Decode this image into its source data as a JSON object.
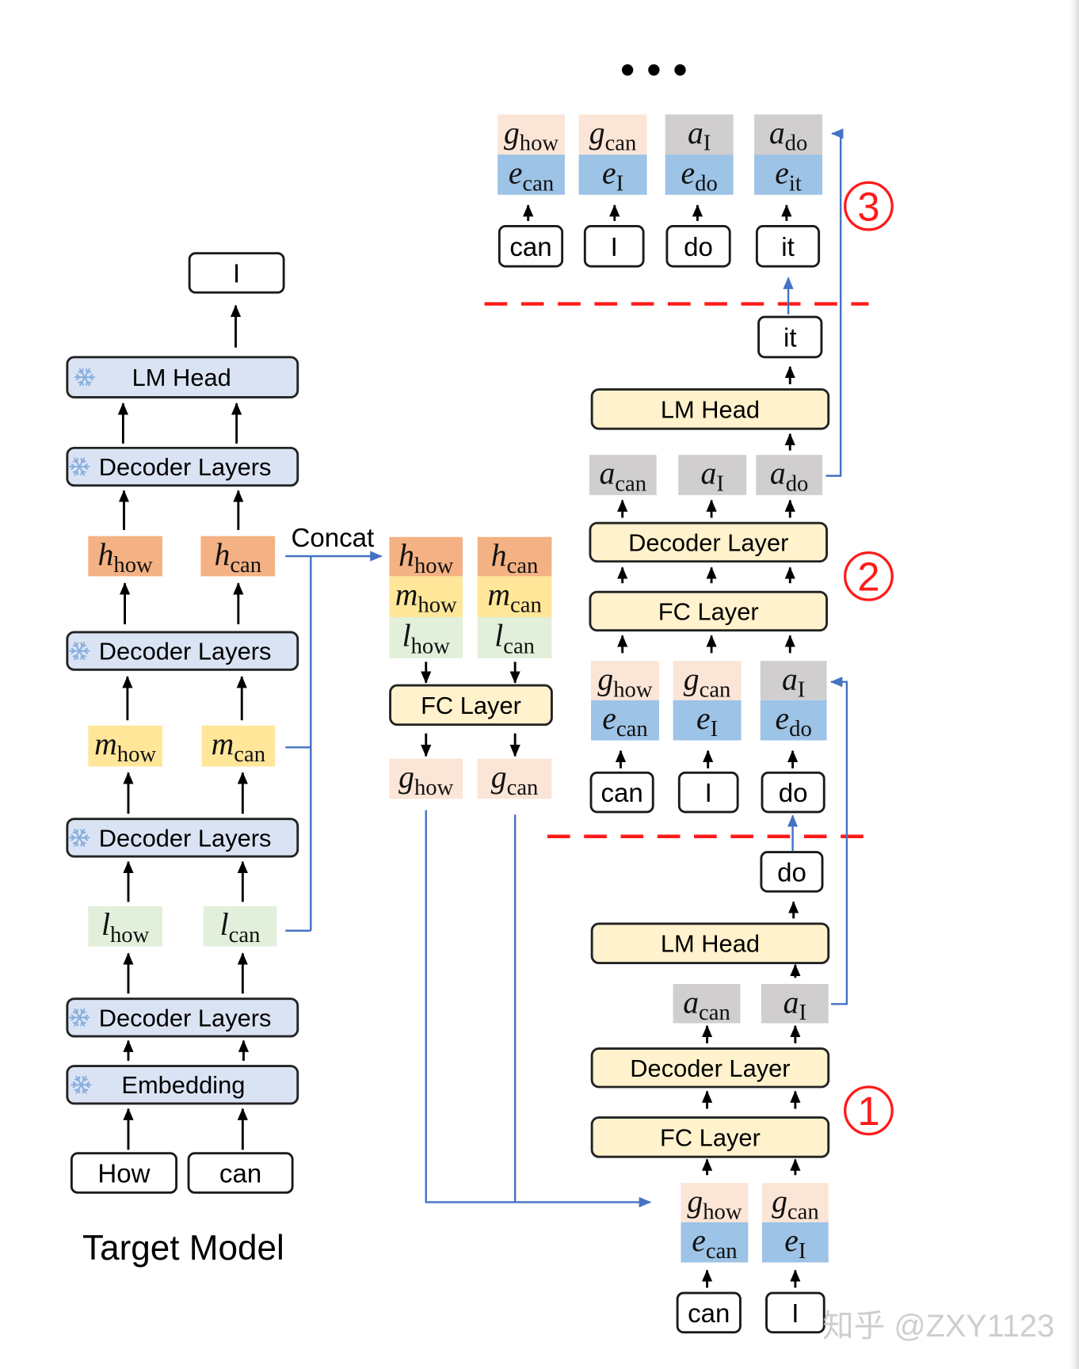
{
  "ellipsis": "• • •",
  "watermark": "知乎 @ZXY1123",
  "target_model": {
    "caption": "Target Model",
    "output_token": "I",
    "lm_head_label": "LM Head",
    "decoder_layers_label": "Decoder Layers",
    "embedding_label": "Embedding",
    "input_tokens": [
      "How",
      "can"
    ],
    "high_features": [
      {
        "sym": "h",
        "sub": "how"
      },
      {
        "sym": "h",
        "sub": "can"
      }
    ],
    "mid_features": [
      {
        "sym": "m",
        "sub": "how"
      },
      {
        "sym": "m",
        "sub": "can"
      }
    ],
    "low_features": [
      {
        "sym": "l",
        "sub": "how"
      },
      {
        "sym": "l",
        "sub": "can"
      }
    ]
  },
  "fusion": {
    "concat_label": "Concat",
    "stacked_features": [
      [
        {
          "sym": "h",
          "sub": "how"
        },
        {
          "sym": "m",
          "sub": "how"
        },
        {
          "sym": "l",
          "sub": "how"
        }
      ],
      [
        {
          "sym": "h",
          "sub": "can"
        },
        {
          "sym": "m",
          "sub": "can"
        },
        {
          "sym": "l",
          "sub": "can"
        }
      ]
    ],
    "fc_layer_label": "FC Layer",
    "fused_features": [
      {
        "sym": "g",
        "sub": "how"
      },
      {
        "sym": "g",
        "sub": "can"
      }
    ]
  },
  "draft_steps": [
    {
      "step_number": "1",
      "input_tokens": [
        "can",
        "I"
      ],
      "input_features": [
        {
          "feature": {
            "sym": "g",
            "sub": "how"
          },
          "embedding": {
            "sym": "e",
            "sub": "can"
          }
        },
        {
          "feature": {
            "sym": "g",
            "sub": "can"
          },
          "embedding": {
            "sym": "e",
            "sub": "I"
          }
        }
      ],
      "fc_layer_label": "FC Layer",
      "decoder_layer_label": "Decoder Layer",
      "outputs": [
        {
          "sym": "a",
          "sub": "can"
        },
        {
          "sym": "a",
          "sub": "I"
        }
      ],
      "lm_head_label": "LM Head",
      "predicted_token": "do"
    },
    {
      "step_number": "2",
      "input_tokens": [
        "can",
        "I",
        "do"
      ],
      "input_features": [
        {
          "feature": {
            "sym": "g",
            "sub": "how"
          },
          "embedding": {
            "sym": "e",
            "sub": "can"
          }
        },
        {
          "feature": {
            "sym": "g",
            "sub": "can"
          },
          "embedding": {
            "sym": "e",
            "sub": "I"
          }
        },
        {
          "feature": {
            "sym": "a",
            "sub": "I"
          },
          "embedding": {
            "sym": "e",
            "sub": "do"
          }
        }
      ],
      "fc_layer_label": "FC Layer",
      "decoder_layer_label": "Decoder Layer",
      "outputs": [
        {
          "sym": "a",
          "sub": "can"
        },
        {
          "sym": "a",
          "sub": "I"
        },
        {
          "sym": "a",
          "sub": "do"
        }
      ],
      "lm_head_label": "LM Head",
      "predicted_token": "it"
    },
    {
      "step_number": "3",
      "input_tokens": [
        "can",
        "I",
        "do",
        "it"
      ],
      "input_features": [
        {
          "feature": {
            "sym": "g",
            "sub": "how"
          },
          "embedding": {
            "sym": "e",
            "sub": "can"
          }
        },
        {
          "feature": {
            "sym": "g",
            "sub": "can"
          },
          "embedding": {
            "sym": "e",
            "sub": "I"
          }
        },
        {
          "feature": {
            "sym": "a",
            "sub": "I"
          },
          "embedding": {
            "sym": "e",
            "sub": "do"
          }
        },
        {
          "feature": {
            "sym": "a",
            "sub": "do"
          },
          "embedding": {
            "sym": "e",
            "sub": "it"
          }
        }
      ]
    }
  ],
  "icons": {
    "frozen_module": "snowflake-icon"
  },
  "colors": {
    "high_feature": "#f4b183",
    "mid_feature": "#ffe699",
    "low_feature": "#e2efda",
    "fused_feature": "#fbe5d6",
    "embedding": "#9dc3e6",
    "draft_output": "#d0cece",
    "frozen_module": "#dae3f3",
    "trainable_module": "#fff2cc",
    "connector": "#4472c4",
    "step_marker": "#ff1a1a"
  }
}
